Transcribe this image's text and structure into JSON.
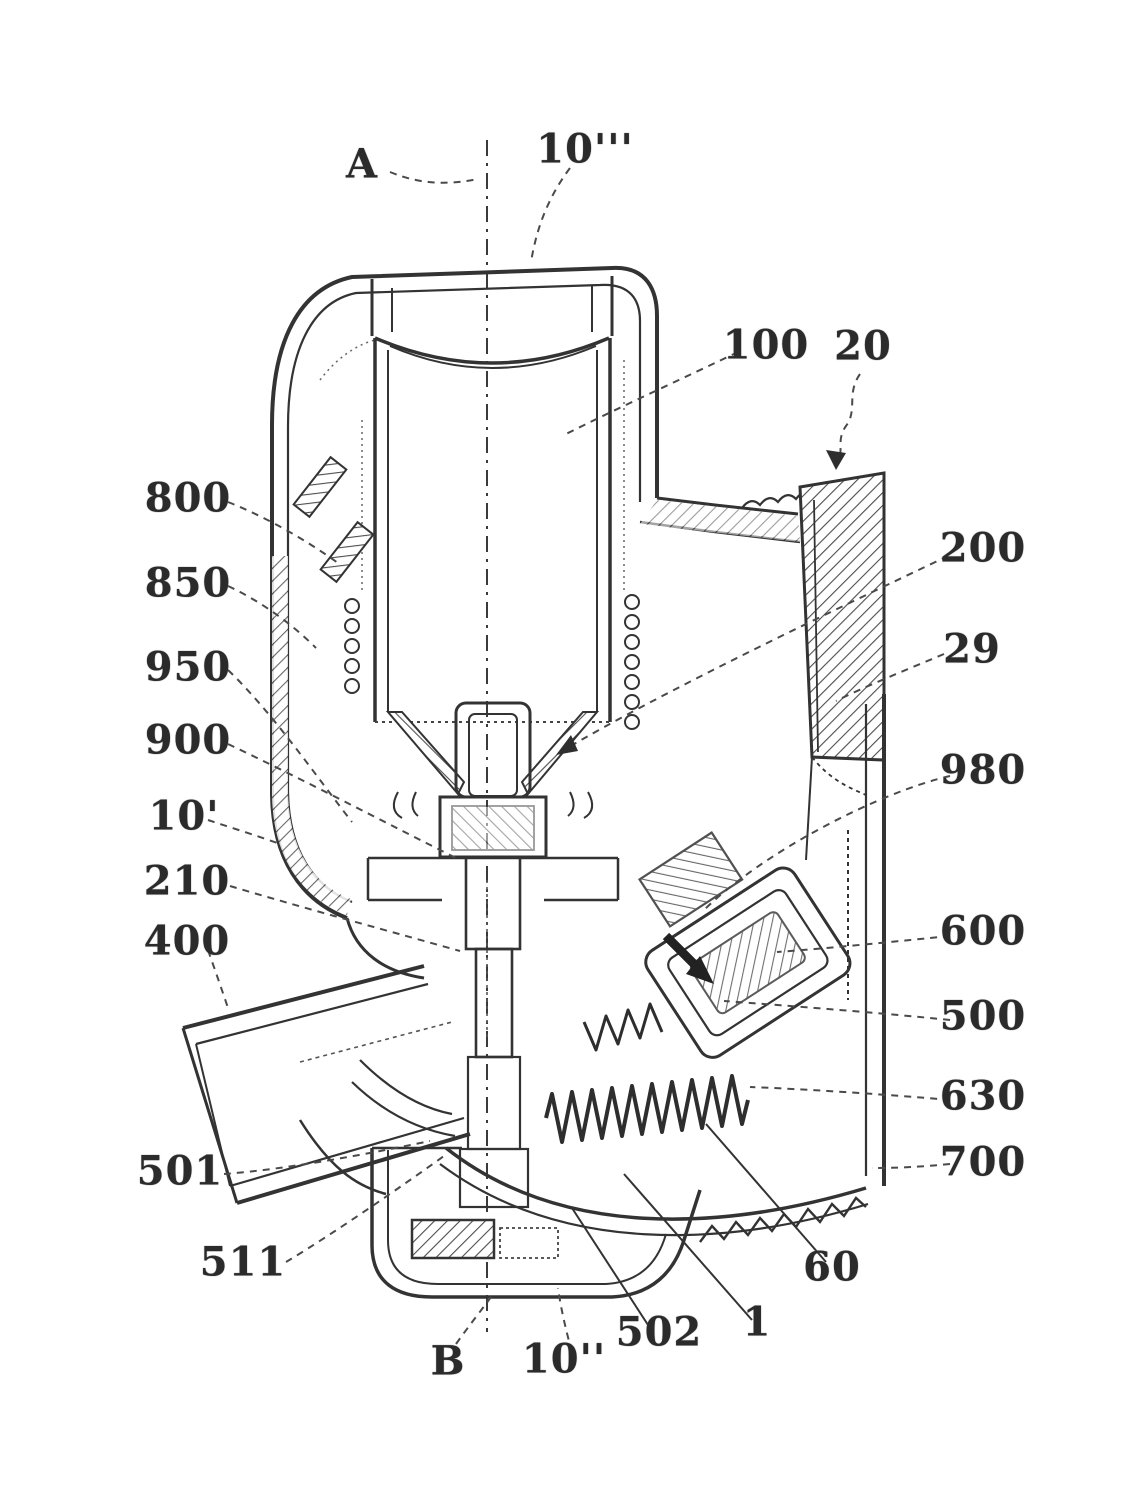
{
  "figure": {
    "description": "Patent cross-section drawing of a dispenser pump head",
    "ink_color": "#2f2f2f",
    "background_color": "#ffffff",
    "labels": {
      "A": "A",
      "n10t": "10'''",
      "n100": "100",
      "n20": "20",
      "n800": "800",
      "n850": "850",
      "n950": "950",
      "n900": "900",
      "n10p": "10'",
      "n210": "210",
      "n400": "400",
      "n501": "501",
      "n511": "511",
      "B": "B",
      "n10d": "10''",
      "n502": "502",
      "n1": "1",
      "n60": "60",
      "n700": "700",
      "n630": "630",
      "n500": "500",
      "n600": "600",
      "n980": "980",
      "n29": "29",
      "n200": "200"
    }
  }
}
